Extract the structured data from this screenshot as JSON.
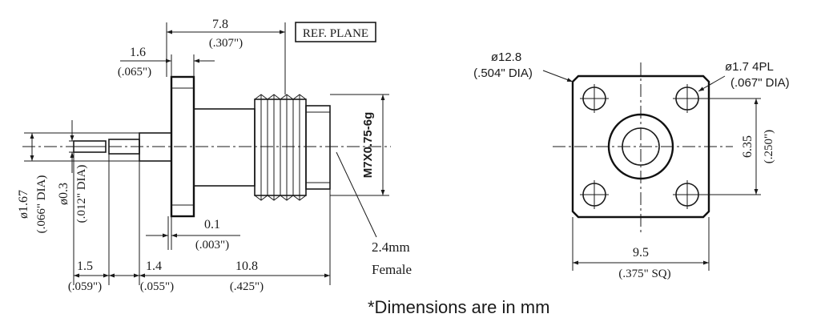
{
  "side_view": {
    "overall_length": {
      "mm": "7.8",
      "inch": "(.307\")"
    },
    "ref_plane": "REF. PLANE",
    "flange_thickness": {
      "mm": "1.6",
      "inch": "(.065\")"
    },
    "thread": "M7X0.75-6g",
    "dia_outer": {
      "mm": "ø1.67",
      "inch": "(.066\" DIA)"
    },
    "dia_pin": {
      "mm": "ø0.3",
      "inch": "(.012\" DIA)"
    },
    "gap": {
      "mm": "0.1",
      "inch": "(.003\")"
    },
    "pin_length": {
      "mm": "1.5",
      "inch": "(.059\")"
    },
    "insulator_length": {
      "mm": "1.4",
      "inch": "(.055\")"
    },
    "body_length": {
      "mm": "10.8",
      "inch": "(.425\")"
    },
    "connector": {
      "size": "2.4mm",
      "gender": "Female"
    }
  },
  "front_view": {
    "flange_dia": {
      "mm": "ø12.8",
      "inch": "(.504\" DIA)"
    },
    "hole_dia": {
      "mm": "ø1.7  4PL",
      "inch": "(.067\" DIA)"
    },
    "hole_spacing": {
      "mm": "6.35",
      "inch": "(.250\")"
    },
    "flange_size": {
      "mm": "9.5",
      "inch": "(.375\" SQ)"
    }
  },
  "footnote": "*Dimensions are in mm"
}
